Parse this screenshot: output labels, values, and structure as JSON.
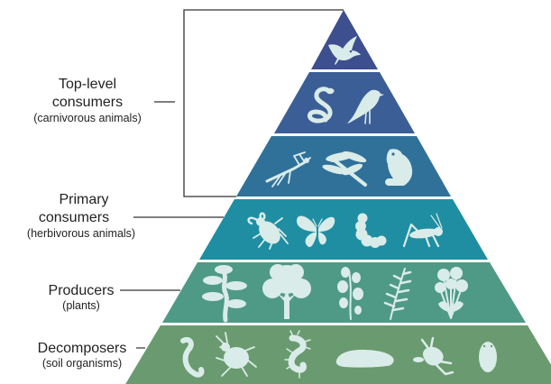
{
  "levels": [
    {
      "key": "top",
      "color": "#3d4f8e",
      "icons": [
        "bird-icon"
      ]
    },
    {
      "key": "carnivores-lower",
      "color": "#3c5e96",
      "icons": [
        "snake-icon",
        "crow-icon"
      ]
    },
    {
      "key": "carnivores-insects",
      "color": "#30719a",
      "icons": [
        "mantis-icon",
        "dragonfly-icon",
        "frog-icon"
      ]
    },
    {
      "key": "herbivores",
      "color": "#1f8ea3",
      "icons": [
        "stag-beetle-icon",
        "butterfly-icon",
        "caterpillar-icon",
        "grasshopper-icon"
      ]
    },
    {
      "key": "producers",
      "color": "#4f9a86",
      "icons": [
        "bonsai-tree-icon",
        "oak-tree-icon",
        "leafy-plant-icon",
        "fern-icon",
        "flowers-icon"
      ]
    },
    {
      "key": "decomposers",
      "color": "#6a9a6f",
      "icons": [
        "earthworm-icon",
        "mite-icon",
        "centipede-icon",
        "grub-icon",
        "springtail-icon",
        "woodlouse-icon"
      ]
    }
  ],
  "labels": {
    "top_level": {
      "line1": "Top-level",
      "line2": "consumers",
      "sub": "(carnivorous animals)"
    },
    "primary": {
      "line1": "Primary",
      "line2": "consumers",
      "sub": "(herbivorous animals)"
    },
    "producers": {
      "main": "Producers",
      "sub": "(plants)"
    },
    "decomposers": {
      "main": "Decomposers",
      "sub": "(soil organisms)"
    }
  },
  "colors": {
    "bracket": "#333333",
    "silhouette": "#d9ece9",
    "text": "#222222"
  }
}
